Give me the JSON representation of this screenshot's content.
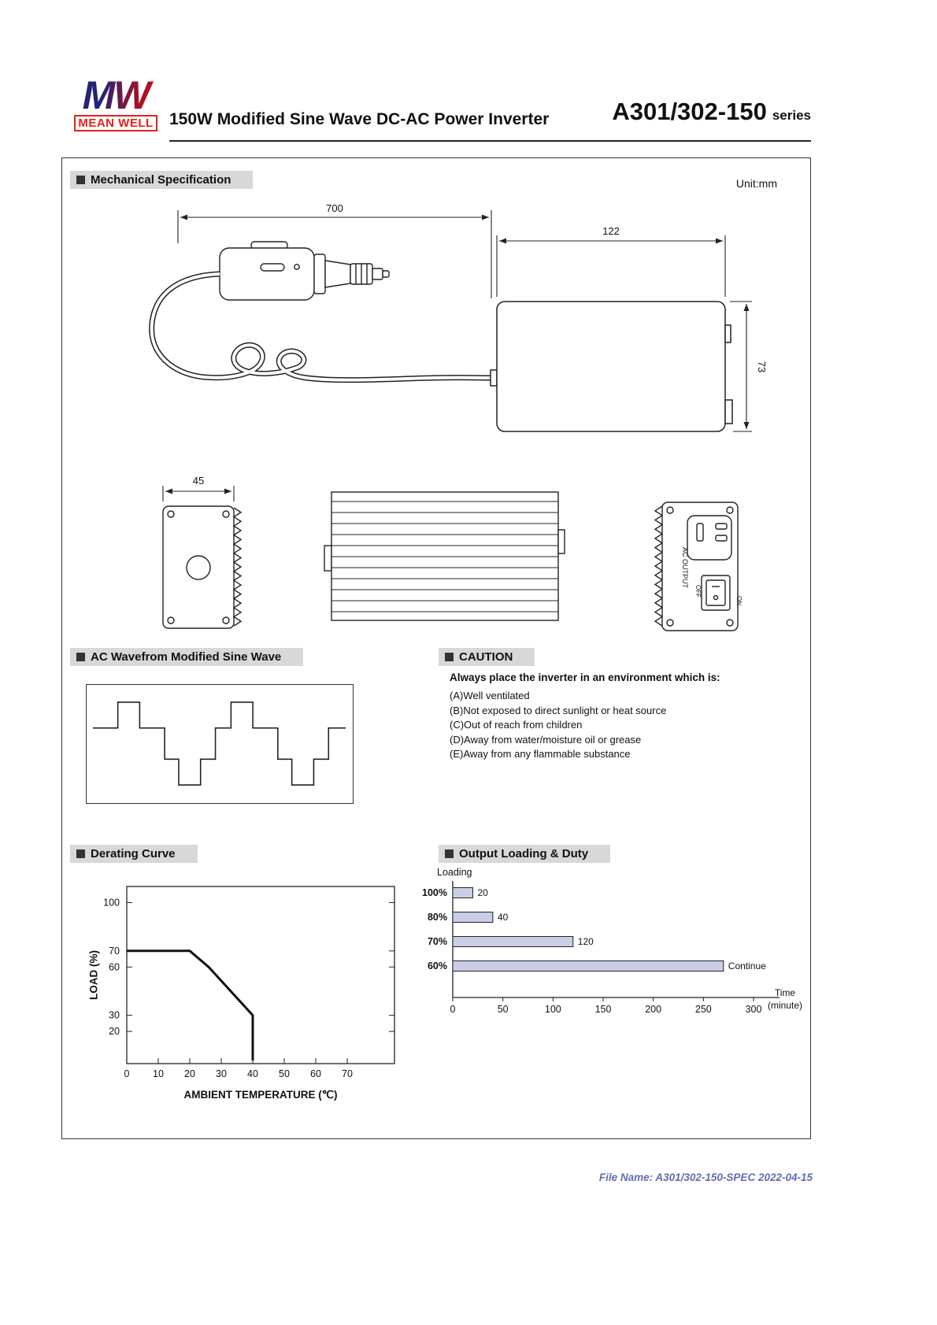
{
  "header": {
    "logo_mw": "MW",
    "logo_meanwell": "MEAN WELL",
    "title": "150W Modified Sine Wave DC-AC Power Inverter",
    "series_name": "A301/302-150",
    "series_suffix": "series"
  },
  "unit_label": "Unit:mm",
  "sections": {
    "mechanical": "Mechanical Specification",
    "waveform": "AC Wavefrom Modified Sine Wave",
    "caution": "CAUTION",
    "derating": "Derating Curve",
    "duty": "Output Loading & Duty"
  },
  "mechanical": {
    "dim_cable": "700",
    "dim_width": "122",
    "dim_height": "73",
    "dim_depth": "45",
    "rear_labels": {
      "ac_output": "AC OUTPUT",
      "off": "OFF",
      "on": "ON"
    }
  },
  "caution": {
    "heading": "Always place the inverter in an environment which is:",
    "items": [
      "(A)Well ventilated",
      "(B)Not exposed to direct sunlight or heat source",
      "(C)Out of reach from children",
      "(D)Away from water/moisture oil or grease",
      "(E)Away from any flammable substance"
    ]
  },
  "waveform_points": [
    [
      8,
      55
    ],
    [
      40,
      55
    ],
    [
      40,
      22
    ],
    [
      68,
      22
    ],
    [
      68,
      55
    ],
    [
      100,
      55
    ],
    [
      100,
      95
    ],
    [
      118,
      95
    ],
    [
      118,
      128
    ],
    [
      146,
      128
    ],
    [
      146,
      95
    ],
    [
      165,
      95
    ],
    [
      165,
      55
    ],
    [
      185,
      55
    ],
    [
      185,
      22
    ],
    [
      213,
      22
    ],
    [
      213,
      55
    ],
    [
      245,
      55
    ],
    [
      245,
      95
    ],
    [
      263,
      95
    ],
    [
      263,
      128
    ],
    [
      291,
      128
    ],
    [
      291,
      95
    ],
    [
      310,
      95
    ],
    [
      310,
      55
    ],
    [
      332,
      55
    ]
  ],
  "chart_data": [
    {
      "type": "line",
      "title": "Derating Curve",
      "xlabel": "AMBIENT TEMPERATURE (℃)",
      "ylabel": "LOAD (%)",
      "x_ticks": [
        0,
        10,
        20,
        30,
        40,
        50,
        60,
        70
      ],
      "y_ticks": [
        20,
        30,
        60,
        70,
        100
      ],
      "xlim": [
        0,
        85
      ],
      "ylim": [
        0,
        110
      ],
      "grid": false,
      "series": [
        {
          "name": "load-vs-temperature",
          "points": [
            [
              0,
              70
            ],
            [
              20,
              70
            ],
            [
              26,
              60
            ],
            [
              40,
              30
            ],
            [
              40,
              2
            ]
          ]
        }
      ]
    },
    {
      "type": "bar",
      "orientation": "horizontal",
      "title": "Output Loading & Duty",
      "ylabel": "Loading",
      "xlabel_line1": "Time",
      "xlabel_line2": "(minute)",
      "categories": [
        "100%",
        "80%",
        "70%",
        "60%"
      ],
      "values": [
        20,
        40,
        120,
        270
      ],
      "bar_labels": [
        "20",
        "40",
        "120",
        "Continue"
      ],
      "x_ticks": [
        0,
        50,
        100,
        150,
        200,
        250,
        300
      ],
      "xlim": [
        0,
        300
      ],
      "bar_color": "#c9cde6"
    }
  ],
  "footer": "File Name: A301/302-150-SPEC  2022-04-15"
}
